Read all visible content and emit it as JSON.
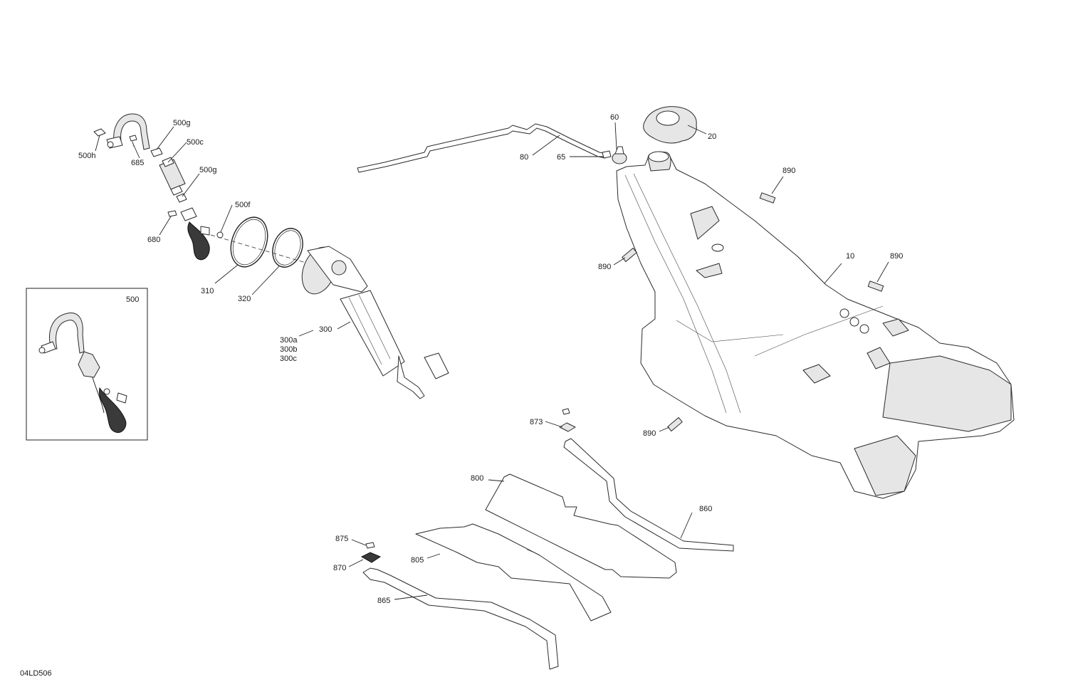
{
  "drawing_id": "04LD506",
  "inset": {
    "label": "500"
  },
  "callouts": [
    {
      "id": "c-500h",
      "text": "500h"
    },
    {
      "id": "c-685",
      "text": "685"
    },
    {
      "id": "c-500g-a",
      "text": "500g"
    },
    {
      "id": "c-500c",
      "text": "500c"
    },
    {
      "id": "c-500g-b",
      "text": "500g"
    },
    {
      "id": "c-500f",
      "text": "500f"
    },
    {
      "id": "c-680",
      "text": "680"
    },
    {
      "id": "c-310",
      "text": "310"
    },
    {
      "id": "c-320",
      "text": "320"
    },
    {
      "id": "c-300",
      "text": "300"
    },
    {
      "id": "c-300a",
      "text": "300a"
    },
    {
      "id": "c-300b",
      "text": "300b"
    },
    {
      "id": "c-300c",
      "text": "300c"
    },
    {
      "id": "c-80",
      "text": "80"
    },
    {
      "id": "c-65",
      "text": "65"
    },
    {
      "id": "c-60",
      "text": "60"
    },
    {
      "id": "c-20",
      "text": "20"
    },
    {
      "id": "c-890-a",
      "text": "890"
    },
    {
      "id": "c-890-b",
      "text": "890"
    },
    {
      "id": "c-890-c",
      "text": "890"
    },
    {
      "id": "c-890-d",
      "text": "890"
    },
    {
      "id": "c-10",
      "text": "10"
    },
    {
      "id": "c-873",
      "text": "873"
    },
    {
      "id": "c-800",
      "text": "800"
    },
    {
      "id": "c-860",
      "text": "860"
    },
    {
      "id": "c-875",
      "text": "875"
    },
    {
      "id": "c-870",
      "text": "870"
    },
    {
      "id": "c-805",
      "text": "805"
    },
    {
      "id": "c-865",
      "text": "865"
    }
  ]
}
